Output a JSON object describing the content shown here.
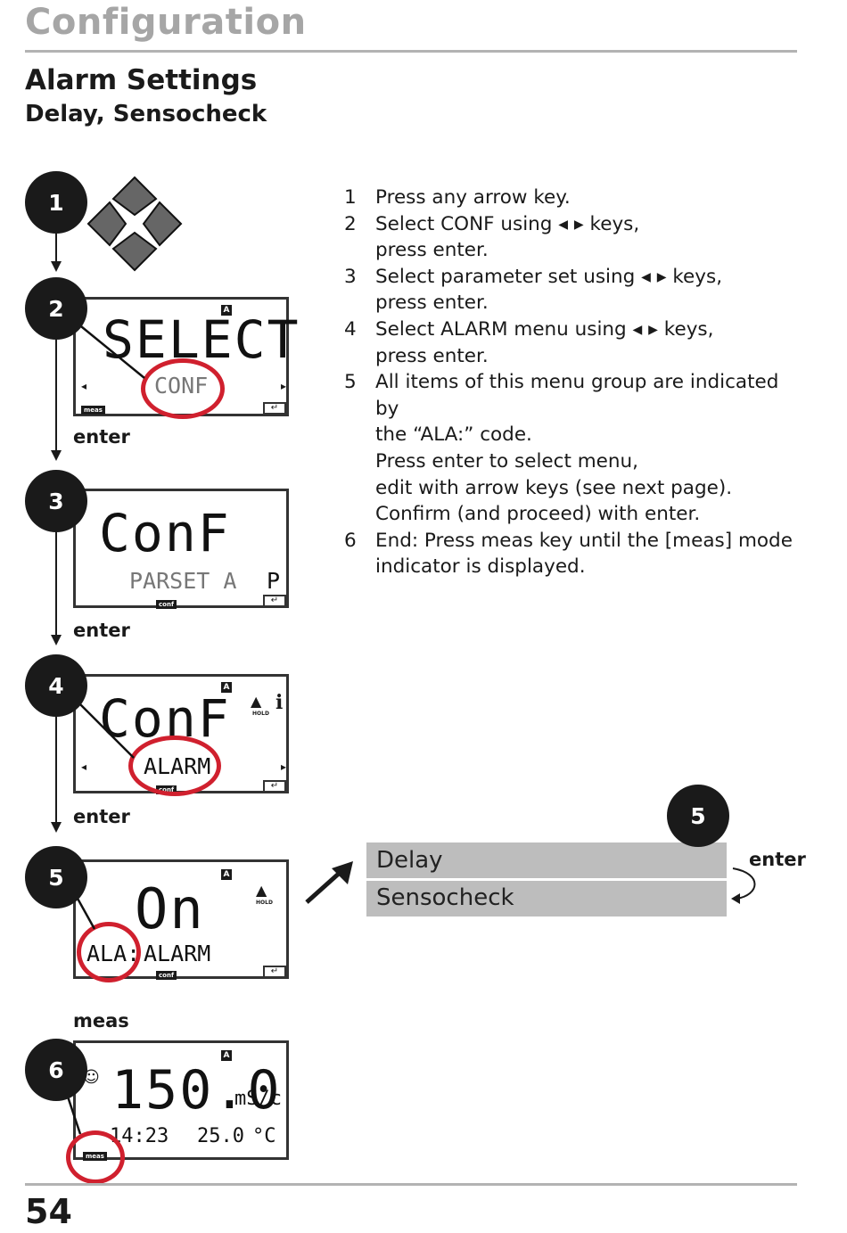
{
  "header": {
    "section": "Configuration",
    "title": "Alarm Settings",
    "subtitle": "Delay, Sensocheck"
  },
  "steps": [
    {
      "num": "1"
    },
    {
      "num": "2",
      "key": "enter"
    },
    {
      "num": "3",
      "key": "enter"
    },
    {
      "num": "4",
      "key": "enter"
    },
    {
      "num": "5",
      "key": "meas"
    },
    {
      "num": "6"
    }
  ],
  "displays": {
    "d2": {
      "main": "SELECT",
      "sub": "CONF",
      "badge": "meas",
      "flag": "A"
    },
    "d3": {
      "main": "ConF",
      "sub": "PARSET A",
      "right": "P",
      "badge": "conf"
    },
    "d4": {
      "main": "ConF",
      "sub": "ALARM",
      "badge": "conf",
      "flag": "A",
      "hold": "HOLD",
      "info": "i"
    },
    "d5": {
      "main": "On",
      "prefix": "ALA:",
      "sub": "ALARM",
      "badge": "conf",
      "flag": "A",
      "hold": "HOLD"
    },
    "d6": {
      "main": "150.0",
      "unit": "mS/c",
      "time": "14:23",
      "temp": "25.0",
      "temp_unit": "°C",
      "badge": "meas",
      "flag": "A"
    }
  },
  "instructions": [
    {
      "num": "1",
      "lines": [
        "Press any arrow key."
      ]
    },
    {
      "num": "2",
      "lines": [
        "Select CONF using ◂ ▸ keys,",
        "press enter."
      ]
    },
    {
      "num": "3",
      "lines": [
        "Select parameter set using ◂ ▸  keys,",
        "press enter."
      ]
    },
    {
      "num": "4",
      "lines": [
        "Select ALARM menu using ◂ ▸ keys,",
        "press enter."
      ]
    },
    {
      "num": "5",
      "lines": [
        "All items of this menu group are indicated by",
        "the “ALA:” code.",
        "Press enter to select menu,",
        "edit with arrow keys (see next page).",
        "Confirm (and proceed) with enter."
      ]
    },
    {
      "num": "6",
      "lines": [
        "End: Press meas key until the [meas] mode",
        "indicator is displayed."
      ]
    }
  ],
  "menu": {
    "step": "5",
    "items": [
      "Delay",
      "Sensocheck"
    ],
    "key": "enter"
  },
  "footer": {
    "page_number": "54"
  },
  "colors": {
    "accent_red": "#d0202e",
    "menu_gray": "#bdbdbd",
    "heading_gray": "#a6a6a6"
  }
}
